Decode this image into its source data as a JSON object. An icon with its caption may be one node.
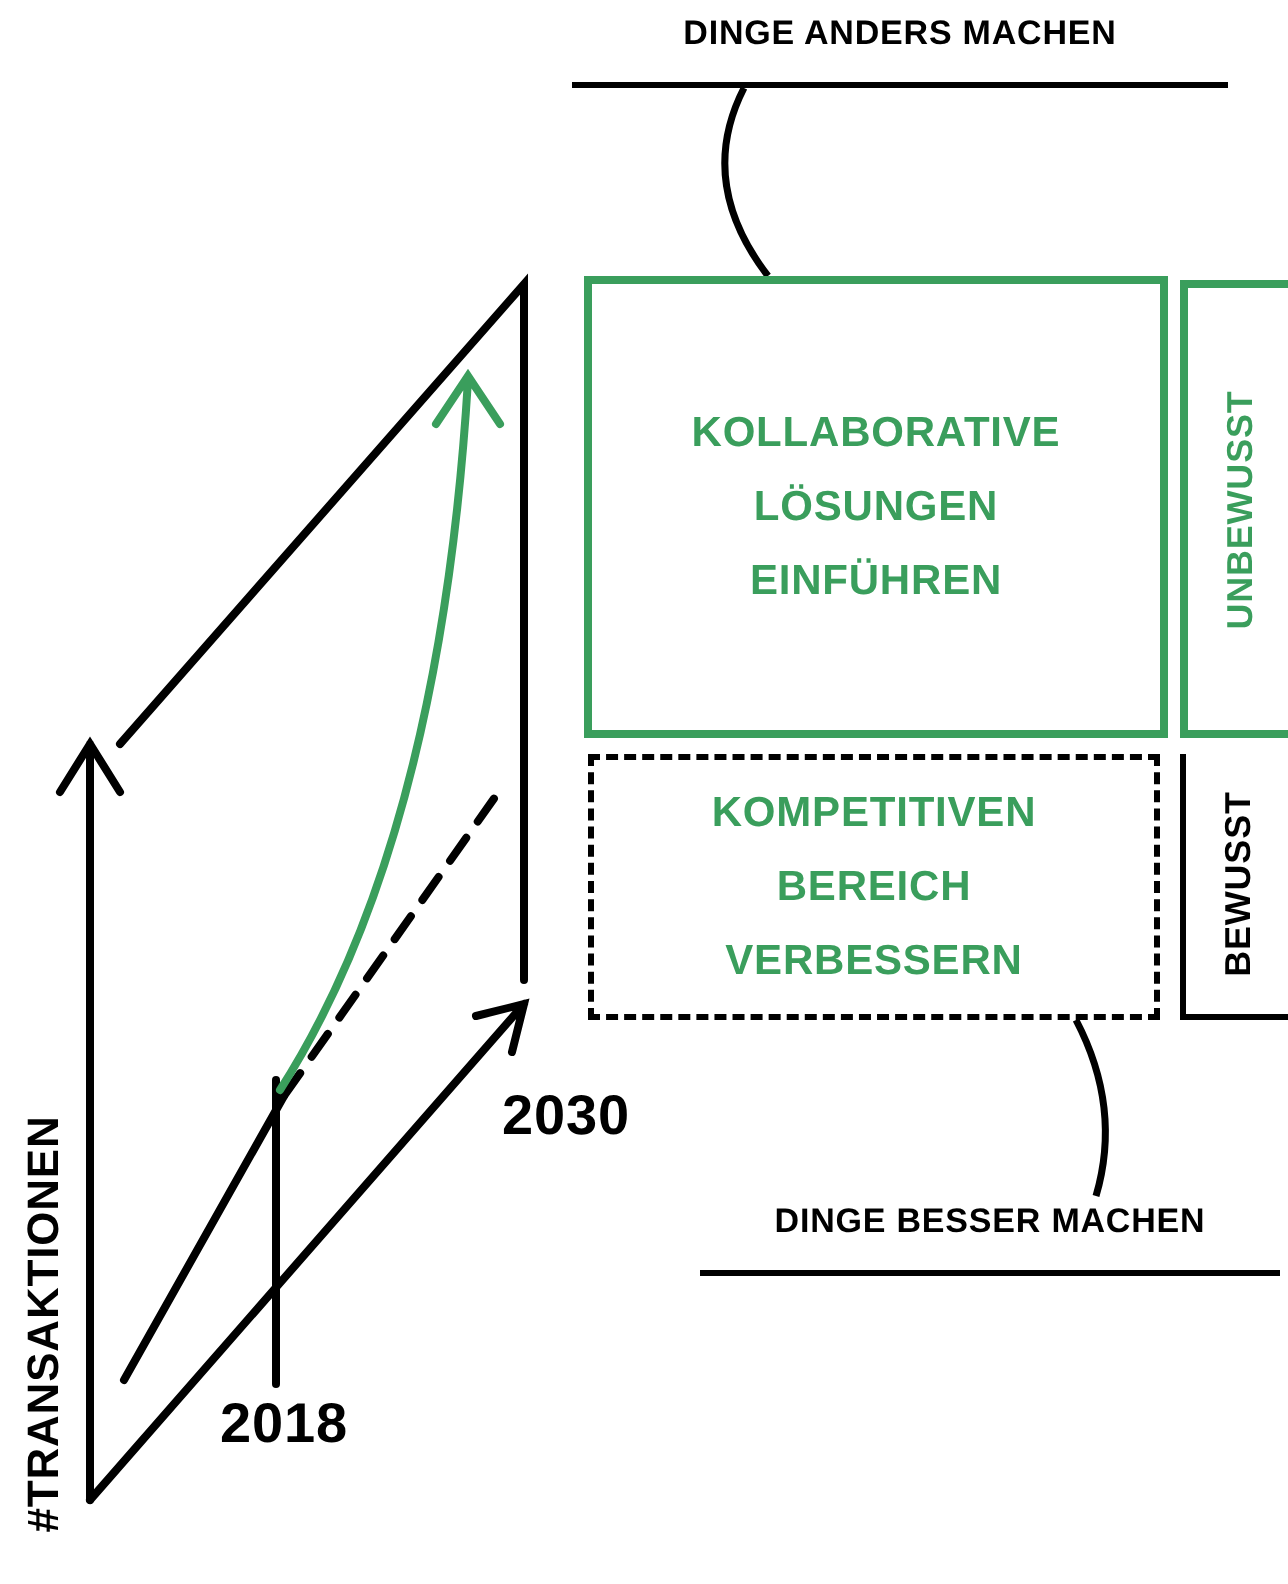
{
  "diagram": {
    "nodes": [
      {
        "text": [
          "DINGE ANDERS MACHEN"
        ]
      },
      {
        "text": [
          "KOLLABORATIVE LÖSUNGEN EINFÜHREN"
        ]
      },
      {
        "text": [
          "KOMPETITIVEN BEREICH VERBESSERN"
        ]
      },
      {
        "text": [
          "UNBEWUSST"
        ]
      },
      {
        "text": [
          "BEWUSST"
        ]
      },
      {
        "text": [
          "DINGE BESSER MACHEN"
        ]
      }
    ],
    "edges": [
      {
        "from": 0,
        "to": 1,
        "arrow": "none"
      },
      {
        "from": 5,
        "to": 2,
        "arrow": "none"
      }
    ],
    "labels": [
      "#TRANSAKTIONEN",
      "2018",
      "2030"
    ]
  }
}
